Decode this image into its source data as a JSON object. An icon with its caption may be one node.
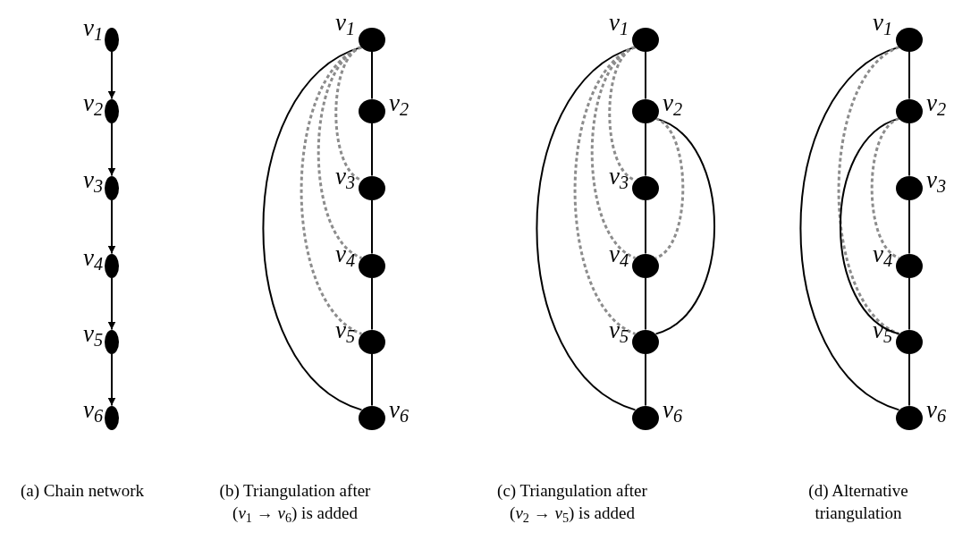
{
  "diagram": {
    "nodes": [
      {
        "text": [],
        "shape": "circle",
        "beside": [
          "v$_{1}$"
        ]
      },
      {
        "text": [],
        "shape": "circle",
        "beside": [
          "v$_{2}$"
        ]
      },
      {
        "text": [],
        "shape": "circle",
        "beside": [
          "v$_{3}$"
        ]
      },
      {
        "text": [],
        "shape": "circle",
        "beside": [
          "v$_{4}$"
        ]
      },
      {
        "text": [],
        "shape": "circle",
        "beside": [
          "v$_{5}$"
        ]
      },
      {
        "text": [],
        "shape": "circle",
        "beside": [
          "v$_{6}$"
        ]
      },
      {
        "text": [],
        "shape": "circle",
        "beside": [
          "v$_{1}$"
        ]
      },
      {
        "text": [],
        "shape": "circle",
        "beside": [
          "v$_{2}$"
        ]
      },
      {
        "text": [],
        "shape": "circle",
        "beside": [
          "v$_{3}$"
        ]
      },
      {
        "text": [],
        "shape": "circle",
        "beside": [
          "v$_{4}$"
        ]
      },
      {
        "text": [],
        "shape": "circle",
        "beside": [
          "v$_{5}$"
        ]
      },
      {
        "text": [],
        "shape": "circle",
        "beside": [
          "v$_{6}$"
        ]
      },
      {
        "text": [],
        "shape": "circle",
        "beside": [
          "v$_{1}$"
        ]
      },
      {
        "text": [],
        "shape": "circle",
        "beside": [
          "v$_{2}$"
        ]
      },
      {
        "text": [],
        "shape": "circle",
        "beside": [
          "v$_{3}$"
        ]
      },
      {
        "text": [],
        "shape": "circle",
        "beside": [
          "v$_{4}$"
        ]
      },
      {
        "text": [],
        "shape": "circle",
        "beside": [
          "v$_{5}$"
        ]
      },
      {
        "text": [],
        "shape": "circle",
        "beside": [
          "v$_{6}$"
        ]
      },
      {
        "text": [],
        "shape": "circle",
        "beside": [
          "v$_{1}$"
        ]
      },
      {
        "text": [],
        "shape": "circle",
        "beside": [
          "v$_{2}$"
        ]
      },
      {
        "text": [],
        "shape": "circle",
        "beside": [
          "v$_{3}$"
        ]
      },
      {
        "text": [],
        "shape": "circle",
        "beside": [
          "v$_{4}$"
        ]
      },
      {
        "text": [],
        "shape": "circle",
        "beside": [
          "v$_{5}$"
        ]
      },
      {
        "text": [],
        "shape": "circle",
        "beside": [
          "v$_{6}$"
        ]
      }
    ],
    "edges": [
      {
        "from": 0,
        "to": 1,
        "arrow": "to"
      },
      {
        "from": 1,
        "to": 2,
        "arrow": "to"
      },
      {
        "from": 2,
        "to": 3,
        "arrow": "to"
      },
      {
        "from": 3,
        "to": 4,
        "arrow": "to"
      },
      {
        "from": 4,
        "to": 5,
        "arrow": "to"
      },
      {
        "from": 6,
        "to": 7,
        "arrow": "none"
      },
      {
        "from": 7,
        "to": 8,
        "arrow": "none"
      },
      {
        "from": 8,
        "to": 9,
        "arrow": "none"
      },
      {
        "from": 9,
        "to": 10,
        "arrow": "none"
      },
      {
        "from": 10,
        "to": 11,
        "arrow": "none"
      },
      {
        "from": 6,
        "to": 11,
        "arrow": "none"
      },
      {
        "from": 6,
        "to": 8,
        "arrow": "none",
        "style": "dashed",
        "color": "#8c8c8c"
      },
      {
        "from": 6,
        "to": 9,
        "arrow": "none",
        "style": "dashed",
        "color": "#8c8c8c"
      },
      {
        "from": 6,
        "to": 10,
        "arrow": "none",
        "style": "dashed",
        "color": "#8c8c8c"
      },
      {
        "from": 12,
        "to": 13,
        "arrow": "none"
      },
      {
        "from": 13,
        "to": 14,
        "arrow": "none"
      },
      {
        "from": 14,
        "to": 15,
        "arrow": "none"
      },
      {
        "from": 15,
        "to": 16,
        "arrow": "none"
      },
      {
        "from": 16,
        "to": 17,
        "arrow": "none"
      },
      {
        "from": 12,
        "to": 17,
        "arrow": "none"
      },
      {
        "from": 12,
        "to": 14,
        "arrow": "none",
        "style": "dashed",
        "color": "#8c8c8c"
      },
      {
        "from": 12,
        "to": 15,
        "arrow": "none",
        "style": "dashed",
        "color": "#8c8c8c"
      },
      {
        "from": 12,
        "to": 16,
        "arrow": "none",
        "style": "dashed",
        "color": "#8c8c8c"
      },
      {
        "from": 13,
        "to": 16,
        "arrow": "none"
      },
      {
        "from": 13,
        "to": 15,
        "arrow": "none",
        "style": "dashed",
        "color": "#8c8c8c"
      },
      {
        "from": 18,
        "to": 19,
        "arrow": "none"
      },
      {
        "from": 19,
        "to": 20,
        "arrow": "none"
      },
      {
        "from": 20,
        "to": 21,
        "arrow": "none"
      },
      {
        "from": 21,
        "to": 22,
        "arrow": "none"
      },
      {
        "from": 22,
        "to": 23,
        "arrow": "none"
      },
      {
        "from": 18,
        "to": 23,
        "arrow": "none"
      },
      {
        "from": 18,
        "to": 22,
        "arrow": "none",
        "style": "dashed",
        "color": "#8c8c8c"
      },
      {
        "from": 19,
        "to": 22,
        "arrow": "none"
      },
      {
        "from": 19,
        "to": 21,
        "arrow": "none",
        "style": "dashed",
        "color": "#8c8c8c"
      }
    ],
    "labels": [
      "(a) Chain network",
      "(b) Triangulation after (*v*$_{1}$ → *v*$_{6}$) is added",
      "(c) Triangulation after (*v*$_{2}$ → *v*$_{5}$) is added",
      "(d) Alternative triangulation"
    ]
  }
}
